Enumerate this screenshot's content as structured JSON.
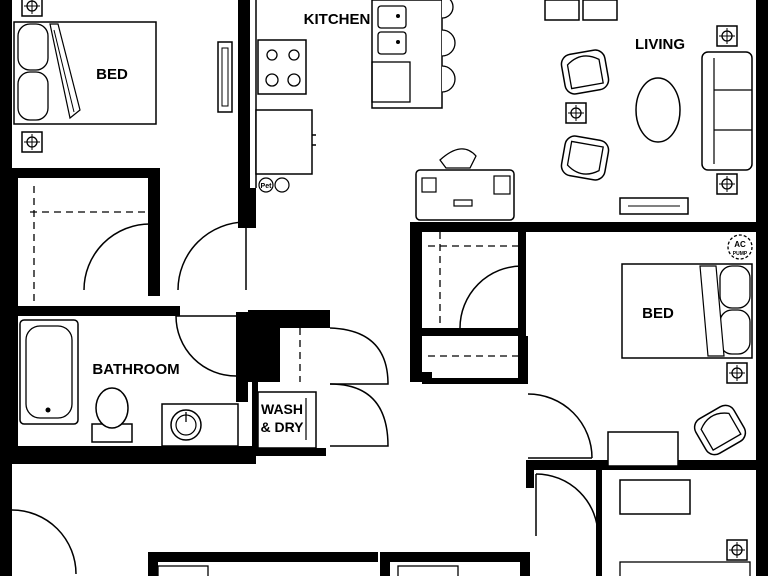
{
  "rooms": {
    "kitchen": "KITCHEN",
    "living": "LIVING",
    "bed_top_left": "BED",
    "bed_right": "BED",
    "bathroom": "BATHROOM",
    "wash_dry_line1": "WASH",
    "wash_dry_line2": "& DRY"
  },
  "fixtures": {
    "ac_unit_line1": "AC",
    "ac_unit_line2": "PUMP",
    "pet_station": "Pet"
  },
  "colors": {
    "wall": "#000000",
    "background": "#ffffff"
  }
}
